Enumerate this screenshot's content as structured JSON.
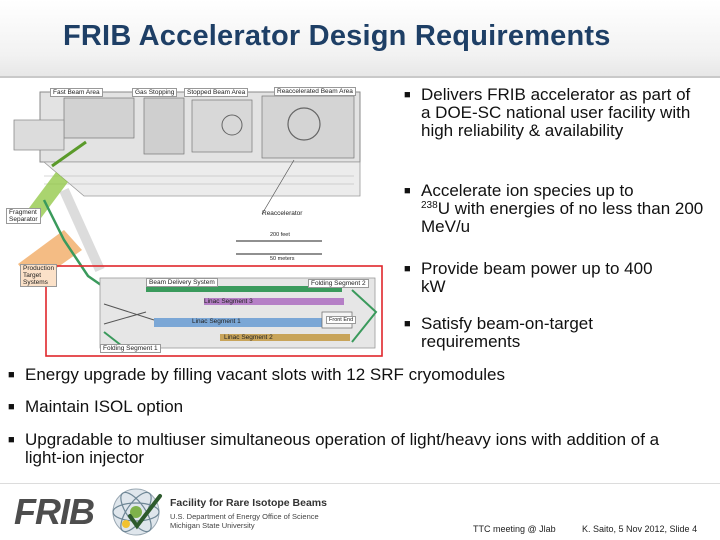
{
  "slide": {
    "title": "FRIB Accelerator Design Requirements"
  },
  "map": {
    "labels": {
      "fast_beam_area": "Fast Beam Area",
      "gas_stopping": "Gas Stopping",
      "stopped_beam_area": "Stopped Beam Area",
      "reaccelerated_beam_area": "Reaccelerated Beam Area",
      "fragment_separator": "Fragment\nSeparator",
      "production_target": "Production\nTarget\nSystems",
      "reaccelerator": "Reaccelerator",
      "beam_delivery": "Beam Delivery System",
      "folding_segment_2": "Folding Segment 2",
      "linac_segment_3": "Linac Segment 3",
      "linac_segment_1": "Linac Segment 1",
      "linac_segment_2": "Linac Segment 2",
      "front_end": "Front End",
      "folding_segment_1": "Folding Segment 1",
      "scale_feet": "200 feet",
      "scale_meters": "50 meters"
    }
  },
  "bullets_right": [
    {
      "text": "Delivers FRIB accelerator as part of a DOE-SC national user facility with high reliability & availability"
    },
    {
      "text_a": "Accelerate ion species up to",
      "sup": "238",
      "text_b": "U with energies of no less than 200 MeV/u"
    },
    {
      "text": "Provide beam power up to 400 kW"
    },
    {
      "text": "Satisfy beam-on-target requirements"
    }
  ],
  "bullets_full": [
    {
      "text": "Energy upgrade by filling vacant slots with 12 SRF cryomodules"
    },
    {
      "text": "Maintain ISOL option"
    },
    {
      "text": "Upgradable to multiuser simultaneous operation of light/heavy ions with addition of a light-ion injector"
    }
  ],
  "bullet_marker": "■",
  "footer": {
    "logo_text": "FRIB",
    "facility_name": "Facility for Rare Isotope Beams",
    "sub_line_1": "U.S. Department of Energy Office of Science",
    "sub_line_2": "Michigan State University",
    "meeting": "TTC meeting @ Jlab",
    "credit": "K. Saito, 5 Nov 2012,  Slide 4"
  },
  "colors": {
    "title": "#1e3f66",
    "highlight_box": "#e0262b",
    "fragment_separator": "#8ec63f",
    "production_target": "#f0a050",
    "linac_segment_3": "#b57fc6",
    "linac_segment_1": "#7ba7d6",
    "linac_segment_2": "#c8a45a",
    "beam_line": "#3a9a5c"
  }
}
